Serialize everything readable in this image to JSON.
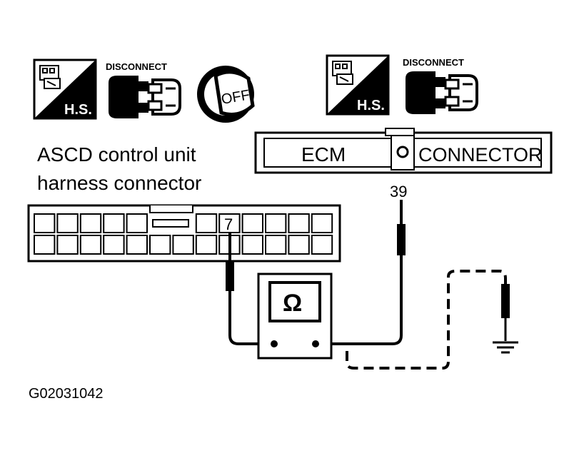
{
  "icons": {
    "hs_label": "H.S.",
    "disconnect_label": "DISCONNECT",
    "off_label": "OFF",
    "left_group": [
      "harness-connector-hs-icon",
      "disconnect-connector-icon",
      "ignition-key-off-icon"
    ],
    "right_group": [
      "harness-connector-hs-icon",
      "disconnect-connector-icon"
    ]
  },
  "ascd": {
    "line1": "ASCD control unit",
    "line2": "harness connector",
    "pin": "7"
  },
  "ecm": {
    "left_label": "ECM",
    "right_label": "CONNECTOR",
    "pin": "39"
  },
  "meter": {
    "symbol": "Ω"
  },
  "figure_id": "G02031042"
}
